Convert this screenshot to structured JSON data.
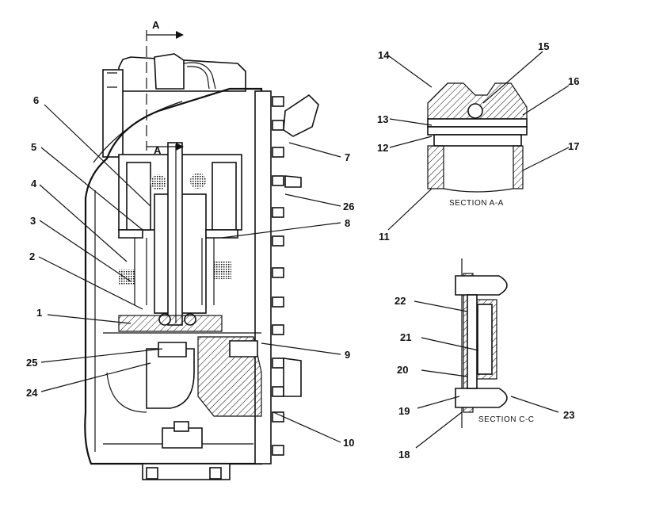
{
  "section_marker": {
    "top": "A",
    "bottom": "A"
  },
  "callouts": [
    "1",
    "2",
    "3",
    "4",
    "5",
    "6",
    "7",
    "8",
    "9",
    "10",
    "24",
    "25",
    "26"
  ],
  "section_aa": {
    "title": "SECTION A-A",
    "callouts": [
      "11",
      "12",
      "13",
      "14",
      "15",
      "16",
      "17"
    ]
  },
  "section_cc": {
    "title": "SECTION C-C",
    "callouts": [
      "18",
      "19",
      "20",
      "21",
      "22",
      "23"
    ]
  }
}
